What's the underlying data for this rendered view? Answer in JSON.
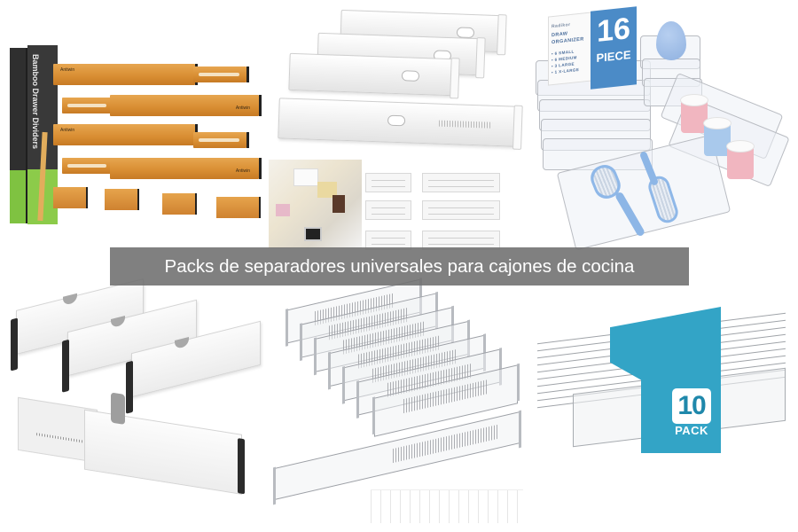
{
  "caption": {
    "text": "Packs de separadores universales para cajones de cocina",
    "background": "#6e6e6e",
    "color": "#ffffff"
  },
  "products": [
    {
      "id": "bamboo",
      "box_brand": "Antiwin",
      "box_title": "Bamboo Drawer Dividers",
      "divider_logo": "Antiwin",
      "colors": {
        "wood": "#d88d32",
        "box": "#2f2f2f",
        "box_accent": "#7fc241"
      }
    },
    {
      "id": "white-adjustable",
      "colors": {
        "body": "#f1f1f1"
      }
    },
    {
      "id": "clear-trays",
      "card_brand": "Radikor",
      "card_title_1": "DRAW",
      "card_title_2": "ORGANIZER",
      "card_items": [
        "• 6 SMALL",
        "• 6 MEDIUM",
        "• 3 LARGE",
        "• 1 X-LARGE"
      ],
      "count": "16",
      "count_label": "PIECE",
      "colors": {
        "label": "#4b8bc7"
      }
    },
    {
      "id": "white-black-ends",
      "colors": {
        "body": "#f0f0f0",
        "ends": "#2b2b2b",
        "knob": "#a9a9a9"
      }
    },
    {
      "id": "clear-dividers",
      "colors": {
        "outline": "#9da0a6"
      }
    },
    {
      "id": "ten-pack",
      "count": "10",
      "count_label": "PACK",
      "colors": {
        "band": "#33a4c6",
        "number": "#1f88ab"
      }
    }
  ]
}
